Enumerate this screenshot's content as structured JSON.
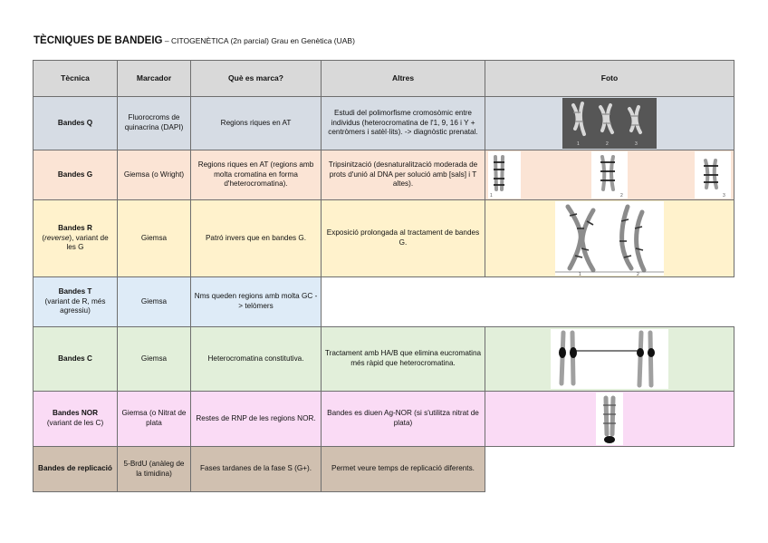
{
  "title": {
    "main": "TÈCNIQUES DE BANDEIG",
    "rest": " – CITOGENÈTICA (2n parcial) Grau en Genètica (UAB)"
  },
  "table": {
    "headers": [
      "Tècnica",
      "Marcador",
      "Què es marca?",
      "Altres",
      "Foto"
    ],
    "rows": [
      {
        "name": "Bandes Q",
        "marker": "Fluorocroms de quinacrina (DAPI)",
        "marks": "Regions riques en AT",
        "others": "Estudi del polimorfisme cromosòmic entre individus (heterocromatina de l'1, 9, 16 i Y + centròmers i satèl·lits). -> diagnòstic prenatal.",
        "color": "#d6dce4",
        "photo": "q-bands-chromosome-photo",
        "photo_labels": [
          "1",
          "2",
          "3"
        ]
      },
      {
        "name": "Bandes G",
        "marker": "Giemsa (o Wright)",
        "marks": "Regions riques en AT (regions amb molta cromatina en forma d'heterocromatina).",
        "others": "Tripsinització (desnaturalització moderada de prots d'unió al DNA per solució amb [sals] i T altes).",
        "color": "#fbe4d5",
        "photo": "g-bands-chromosome-photo",
        "photo_labels": [
          "1",
          "2",
          "3"
        ]
      },
      {
        "name": "Bandes R",
        "name_extra_italic": "reverse",
        "name_extra_rest": "), variant de les G",
        "marker": "Giemsa",
        "marks": "Patró invers que en bandes G.",
        "others": "Exposició prolongada al tractament de bandes G.",
        "color": "#fff2cc",
        "photo": "r-bands-chromosome-photo",
        "photo_labels": [
          "1",
          "2"
        ]
      },
      {
        "name": "Bandes T",
        "name_extra": "(variant de R, més agressiu)",
        "marker": "Giemsa",
        "marks": "Nms queden regions amb molta GC -> telòmers",
        "others": "",
        "color": "#deebf7",
        "photo": "",
        "photo_labels": []
      },
      {
        "name": "Bandes C",
        "marker": "Giemsa",
        "marks": "Heterocromatina constitutiva.",
        "others": "Tractament amb HA/B que elimina eucromatina més ràpid que heterocromatina.",
        "color": "#e2efda",
        "photo": "c-bands-chromosome-photo",
        "photo_labels": []
      },
      {
        "name": "Bandes NOR",
        "name_extra": "(variant de les C)",
        "marker": "Giemsa (o Nitrat de plata",
        "marks": "Restes de RNP de les regions NOR.",
        "others": "Bandes es diuen Ag-NOR (si s'utilitza nitrat de plata)",
        "color": "#fadbf5",
        "photo": "nor-bands-chromosome-photo",
        "photo_labels": []
      },
      {
        "name": "Bandes de replicació",
        "marker": "5-BrdU (anàleg de la timidina)",
        "marks": "Fases tardanes de la fase S (G+).",
        "others": "Permet veure temps de replicació diferents.",
        "color": "#d0c0b0",
        "photo": "",
        "photo_labels": []
      }
    ]
  }
}
